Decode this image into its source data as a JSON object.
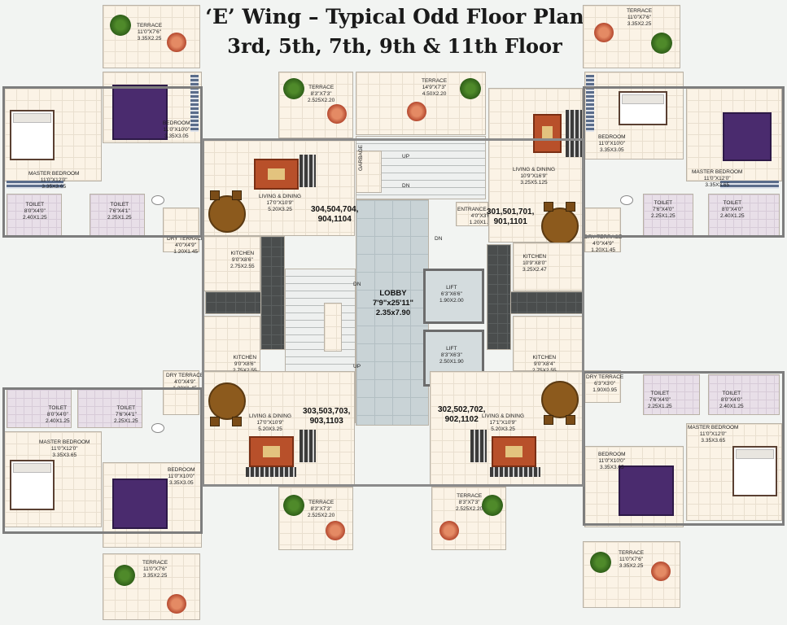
{
  "title": {
    "line1": "‘E’ Wing – Typical Odd Floor Plan",
    "line2": "3rd, 5th, 7th, 9th & 11th Floor"
  },
  "colors": {
    "floor": "#fbf3e6",
    "wall": "#7d7d7d",
    "lobby": "#c9d3d6",
    "toilet": "#e8dfe8",
    "kitchen_counter": "#4a4d4d"
  },
  "core": {
    "lobby": {
      "name": "LOBBY",
      "size_ft": "7'9\"x25'11\"",
      "size_m": "2.35x7.90"
    },
    "lift1": {
      "name": "LIFT",
      "size_ft": "6'3\"x6'6\"",
      "size_m": "1.90x2.00"
    },
    "lift2": {
      "name": "LIFT",
      "size_ft": "8'3\"x6'3\"",
      "size_m": "2.50x1.90"
    },
    "garbage": "GARBAGE",
    "up_top": "UP",
    "dn_top": "DN",
    "dn_left": "DN",
    "up_left": "UP",
    "dn_right": "DN",
    "entrance_lobby": {
      "name": "ENTRANCE LOBBY",
      "size_ft": "4'0\"x3'6\"",
      "size_m": "1.20x1.10"
    }
  },
  "terraces": {
    "top_left": {
      "name": "TERRACE",
      "size_ft": "11'0\"x7'6\"",
      "size_m": "3.35x2.25"
    },
    "top_center_left": {
      "name": "TERRACE",
      "size_ft": "8'3\"x7'3\"",
      "size_m": "2.525x2.20"
    },
    "top_center": {
      "name": "TERRACE",
      "size_ft": "14'9\"x7'3\"",
      "size_m": "4.50x2.20"
    },
    "top_right": {
      "name": "TERRACE",
      "size_ft": "11'0\"x7'6\"",
      "size_m": "3.35x2.25"
    },
    "bottom_left": {
      "name": "TERRACE",
      "size_ft": "11'0\"x7'6\"",
      "size_m": "3.35x2.25"
    },
    "bottom_center_left": {
      "name": "TERRACE",
      "size_ft": "8'3\"x7'3\"",
      "size_m": "2.525x2.20"
    },
    "bottom_center_right": {
      "name": "TERRACE",
      "size_ft": "8'3\"x7'3\"",
      "size_m": "2.525x2.20"
    },
    "bottom_right": {
      "name": "TERRACE",
      "size_ft": "11'0\"x7'6\"",
      "size_m": "3.35x2.25"
    }
  },
  "flats": {
    "top_left": {
      "numbers_1": "304,504,704,",
      "numbers_2": "904,1104",
      "master_bedroom": {
        "name": "MASTER BEDROOM",
        "size_ft": "11'0\"x12'0\"",
        "size_m": "3.35x3.65"
      },
      "bedroom": {
        "name": "BEDROOM",
        "size_ft": "11'0\"x10'0\"",
        "size_m": "3.35x3.05"
      },
      "toilet1": {
        "name": "TOILET",
        "size_ft": "8'0\"x4'0\"",
        "size_m": "2.40x1.25"
      },
      "toilet2": {
        "name": "TOILET",
        "size_ft": "7'6\"x4'1\"",
        "size_m": "2.25x1.25"
      },
      "dry_terrace": {
        "name": "DRY TERRACE",
        "size_ft": "4'0\"x4'9\"",
        "size_m": "1.20x1.45"
      },
      "living": {
        "name": "LIVING & DINING",
        "size_ft": "17'0\"x10'9\"",
        "size_m": "5.20x3.25"
      },
      "kitchen": {
        "name": "KITCHEN",
        "size_ft": "9'0\"x8'6\"",
        "size_m": "2.75x2.55"
      }
    },
    "top_right": {
      "numbers_1": "301,501,701,",
      "numbers_2": "901,1101",
      "master_bedroom": {
        "name": "MASTER BEDROOM",
        "size_ft": "11'0\"x12'0\"",
        "size_m": "3.35x3.65"
      },
      "bedroom": {
        "name": "BEDROOM",
        "size_ft": "11'0\"x10'0\"",
        "size_m": "3.35x3.05"
      },
      "toilet1": {
        "name": "TOILET",
        "size_ft": "7'6\"x4'0\"",
        "size_m": "2.25x1.25"
      },
      "toilet2": {
        "name": "TOILET",
        "size_ft": "8'0\"x4'0\"",
        "size_m": "2.40x1.25"
      },
      "dry_terrace": {
        "name": "DRY TERRACE",
        "size_ft": "4'0\"x4'9\"",
        "size_m": "1.20x1.45"
      },
      "living": {
        "name": "LIVING & DINING",
        "size_ft": "10'9\"x16'9\"",
        "size_m": "3.25x5.125"
      },
      "kitchen": {
        "name": "KITCHEN",
        "size_ft": "10'9\"x8'0\"",
        "size_m": "3.25x2.47"
      }
    },
    "bottom_left": {
      "numbers_1": "303,503,703,",
      "numbers_2": "903,1103",
      "master_bedroom": {
        "name": "MASTER BEDROOM",
        "size_ft": "11'0\"x12'0\"",
        "size_m": "3.35x3.65"
      },
      "bedroom": {
        "name": "BEDROOM",
        "size_ft": "11'0\"x10'0\"",
        "size_m": "3.35x3.05"
      },
      "toilet1": {
        "name": "TOILET",
        "size_ft": "8'0\"x4'0\"",
        "size_m": "2.40x1.25"
      },
      "toilet2": {
        "name": "TOILET",
        "size_ft": "7'6\"x4'1\"",
        "size_m": "2.25x1.25"
      },
      "dry_terrace": {
        "name": "DRY TERRACE",
        "size_ft": "4'0\"x4'9\"",
        "size_m": "1.20x1.45"
      },
      "living": {
        "name": "LIVING & DINING",
        "size_ft": "17'0\"x10'9\"",
        "size_m": "5.20x3.25"
      },
      "kitchen": {
        "name": "KITCHEN",
        "size_ft": "9'0\"x8'6\"",
        "size_m": "2.75x2.55"
      }
    },
    "bottom_right": {
      "numbers_1": "302,502,702,",
      "numbers_2": "902,1102",
      "master_bedroom": {
        "name": "MASTER BEDROOM",
        "size_ft": "11'0\"x12'0\"",
        "size_m": "3.35x3.65"
      },
      "bedroom": {
        "name": "BEDROOM",
        "size_ft": "11'0\"x10'0\"",
        "size_m": "3.35x3.05"
      },
      "toilet1": {
        "name": "TOILET",
        "size_ft": "7'6\"x4'0\"",
        "size_m": "2.25x1.25"
      },
      "toilet2": {
        "name": "TOILET",
        "size_ft": "8'0\"x4'0\"",
        "size_m": "2.40x1.25"
      },
      "dry_terrace": {
        "name": "DRY TERRACE",
        "size_ft": "6'3\"x3'0\"",
        "size_m": "1.90x0.95"
      },
      "living": {
        "name": "LIVING & DINING",
        "size_ft": "17'1\"x10'9\"",
        "size_m": "5.20x3.25"
      },
      "kitchen": {
        "name": "KITCHEN",
        "size_ft": "9'0\"x8'4\"",
        "size_m": "2.75x2.55"
      }
    }
  }
}
